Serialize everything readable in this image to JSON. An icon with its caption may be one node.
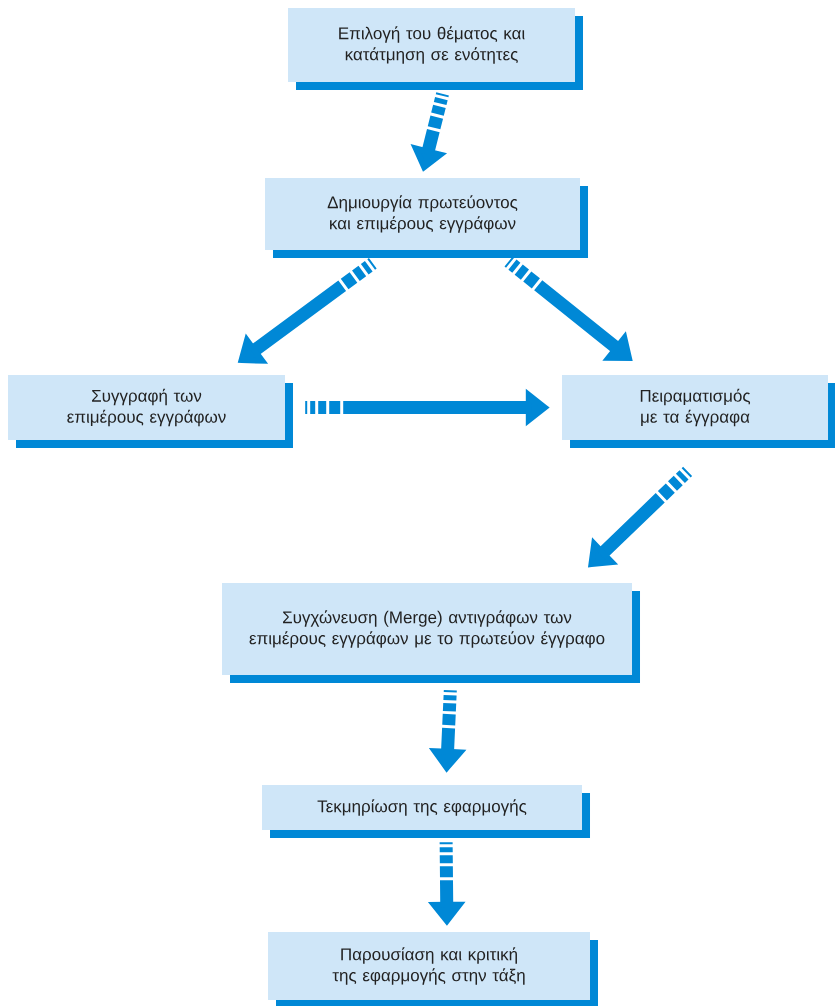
{
  "diagram": {
    "nodes": [
      {
        "text": [
          "Επιλογή του θέματος και κατάτμηση σε ενότητες"
        ]
      },
      {
        "text": [
          "Δημιουργία πρωτεύοντος και επιμέρους εγγράφων"
        ]
      },
      {
        "text": [
          "Συγγραφή των επιμέρους εγγράφων"
        ]
      },
      {
        "text": [
          "Πειραματισμός με τα έγγραφα"
        ]
      },
      {
        "text": [
          "Συγχώνευση (Merge) αντιγράφων των επιμέρους εγγράφων με το πρωτεύον έγγραφο"
        ]
      },
      {
        "text": [
          "Τεκμηρίωση της εφαρμογής"
        ]
      },
      {
        "text": [
          "Παρουσίαση και κριτική της εφαρμογής στην τάξη"
        ]
      }
    ],
    "edges": [
      {
        "from": 0,
        "to": 1,
        "arrow": "to"
      },
      {
        "from": 1,
        "to": 2,
        "arrow": "to"
      },
      {
        "from": 1,
        "to": 3,
        "arrow": "to"
      },
      {
        "from": 2,
        "to": 3,
        "arrow": "to"
      },
      {
        "from": 3,
        "to": 4,
        "arrow": "to"
      },
      {
        "from": 4,
        "to": 5,
        "arrow": "to"
      },
      {
        "from": 5,
        "to": 6,
        "arrow": "to"
      }
    ]
  }
}
